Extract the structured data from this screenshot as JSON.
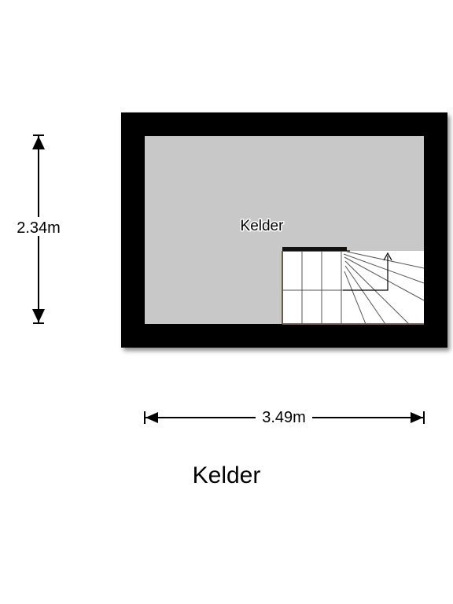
{
  "room": {
    "label": "Kelder"
  },
  "dimensions": {
    "height": "2.34m",
    "width": "3.49m"
  },
  "floor_title": "Kelder",
  "colors": {
    "wall": "#000000",
    "floor": "#c8c8c8",
    "stair_frame": "#6b5a4a"
  }
}
